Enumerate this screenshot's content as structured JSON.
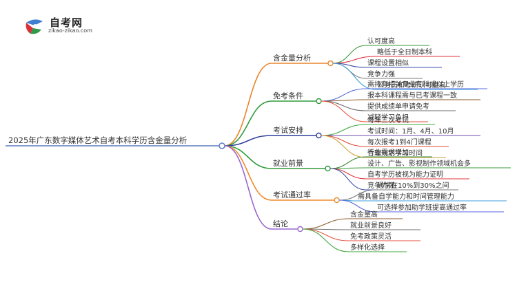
{
  "logo": {
    "title": "自考网",
    "url": "zikao-zikao.com"
  },
  "colors": {
    "root": "#5b7cc4",
    "branches": [
      "#e8852b",
      "#2e9a3a",
      "#2f3f9b",
      "#2e9a3a",
      "#ef8a2c",
      "#9b66cf"
    ],
    "leaf_lines": [
      "#3a9a3a",
      "#e0303a",
      "#3d4fae",
      "#7a7a7a",
      "#3f9fd8",
      "#5a6ae0",
      "#8c5a2a",
      "#6c6c6c",
      "#e4503c",
      "#3da73d",
      "#6d4db0",
      "#e2463a",
      "#c9a23a",
      "#3a8a3a"
    ]
  },
  "root": {
    "label": "2025年广东数字媒体艺术自考本科学历含金量分析"
  },
  "branches": [
    {
      "label": "含金量分析",
      "leaves": [
        "认可度高",
        "略低于全日制本科",
        "课程设置相似",
        "竞争力强",
        "公务员和考研认可度高"
      ]
    },
    {
      "label": "免考条件",
      "leaves": [
        "需持有相关专业专科或以上学历",
        "报本科课程需与已考课程一致",
        "提供成绩单申请免考",
        "减轻学习负担"
      ]
    },
    {
      "label": "考试安排",
      "leaves": [
        "每年三次考试",
        "考试时间：1月、4月、10月",
        "每次报考1到4门课程",
        "合理规划学习时间"
      ]
    },
    {
      "label": "就业前景",
      "leaves": [
        "行业需求增加",
        "设计、广告、影视制作领域机会多",
        "自考学历被视为能力证明",
        "竞争力强"
      ]
    },
    {
      "label": "考试通过率",
      "leaves": [
        "通常在10%到30%之间",
        "需具备自学能力和时间管理能力",
        "可选择参加助学班提高通过率"
      ]
    },
    {
      "label": "结论",
      "leaves": [
        "含金量高",
        "就业前景良好",
        "免考政策灵活",
        "多样化选择"
      ]
    }
  ]
}
